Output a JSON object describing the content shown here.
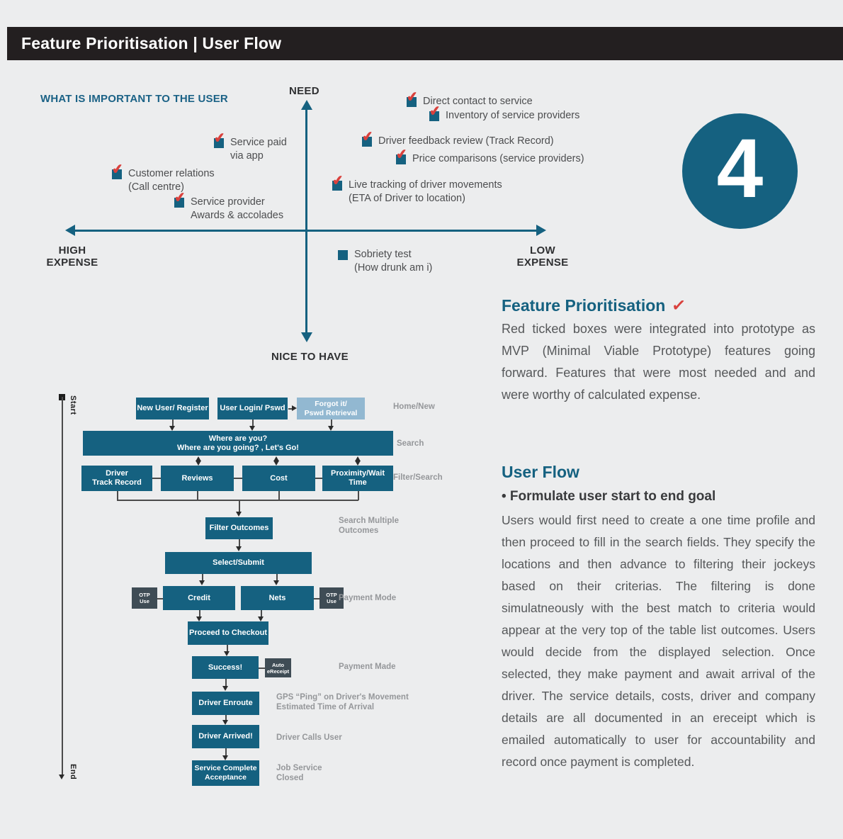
{
  "header": {
    "title": "Feature Prioritisation | User Flow"
  },
  "icons": {
    "tick": "✔",
    "title_check": "✓"
  },
  "colors": {
    "teal": "#156180",
    "red": "#d9413d",
    "light_blue": "#92b8d1",
    "slate": "#3f4c55",
    "background": "#ecedee",
    "header_bar": "#231f20"
  },
  "badge": {
    "number": "4"
  },
  "quadrant": {
    "heading": "WHAT IS IMPORTANT TO THE USER",
    "axis": {
      "top": "NEED",
      "bottom": "NICE TO HAVE",
      "left_line1": "HIGH",
      "left_line2": "EXPENSE",
      "right_line1": "LOW",
      "right_line2": "EXPENSE"
    },
    "items": [
      {
        "line1": "Service paid",
        "line2": "via app",
        "checked": true
      },
      {
        "line1": "Customer relations",
        "line2": "(Call centre)",
        "checked": true
      },
      {
        "line1": "Service provider",
        "line2": "Awards & accolades",
        "checked": true
      },
      {
        "line1": "Direct contact to service",
        "checked": true
      },
      {
        "line1": "Inventory of service providers",
        "checked": true
      },
      {
        "line1": "Driver feedback review (Track Record)",
        "checked": true
      },
      {
        "line1": "Price comparisons (service providers)",
        "checked": true
      },
      {
        "line1": "Live tracking of driver movements",
        "line2": "(ETA of Driver to location)",
        "checked": true
      },
      {
        "line1": "Sobriety test",
        "line2": "(How drunk am i)",
        "checked": false
      }
    ]
  },
  "feature_section": {
    "title": "Feature Prioritisation",
    "body": "Red ticked boxes were integrated into prototype as MVP (Minimal Viable Prototype) features going forward. Features that were most needed and and were worthy of calculated expense."
  },
  "userflow_section": {
    "title": "User Flow",
    "bullet": "• Formulate user start to end goal",
    "body": "Users would first need to create a one time profile and then proceed to fill in the search fields. They specify the locations and then advance to filtering their jockeys based on their criterias. The filtering is done simulatneously with the best match to criteria would appear at the very top of the table list outcomes. Users would decide from the displayed selection. Once selected, they make payment and await arrival of the driver. The service details, costs, driver and company details are all documented in an ereceipt which is emailed automatically to user for accountability and record once payment is completed."
  },
  "flow": {
    "start_label": "Start",
    "end_label": "End",
    "boxes": {
      "register": "New User/ Register",
      "login": "User Login/ Pswd",
      "forgot_line1": "Forgot it/",
      "forgot_line2": "Pswd Retrieval",
      "search_line1": "Where are you?",
      "search_line2": "Where are you going? , Let's Go!",
      "filter1_line1": "Driver",
      "filter1_line2": "Track Record",
      "filter2": "Reviews",
      "filter3": "Cost",
      "filter4": "Proximity/Wait Time",
      "outcomes": "Filter Outcomes",
      "select": "Select/Submit",
      "otp_line1": "OTP",
      "otp_line2": "Use",
      "credit": "Credit",
      "nets": "Nets",
      "checkout": "Proceed to Checkout",
      "success": "Success!",
      "receipt_line1": "Auto",
      "receipt_line2": "eReceipt",
      "enroute": "Driver Enroute",
      "arrived": "Driver Arrived!",
      "complete_line1": "Service Complete",
      "complete_line2": "Acceptance"
    },
    "labels": {
      "home": "Home/New",
      "search": "Search",
      "filter": "Filter/Search",
      "multiple_line1": "Search Multiple",
      "multiple_line2": "Outcomes",
      "pay_mode": "Payment Mode",
      "pay_made": "Payment Made",
      "gps_line1": "GPS “Ping” on Driver's Movement",
      "gps_line2": "Estimated Time of Arrival",
      "calls": "Driver Calls User",
      "closed_line1": "Job Service",
      "closed_line2": "Closed"
    }
  }
}
